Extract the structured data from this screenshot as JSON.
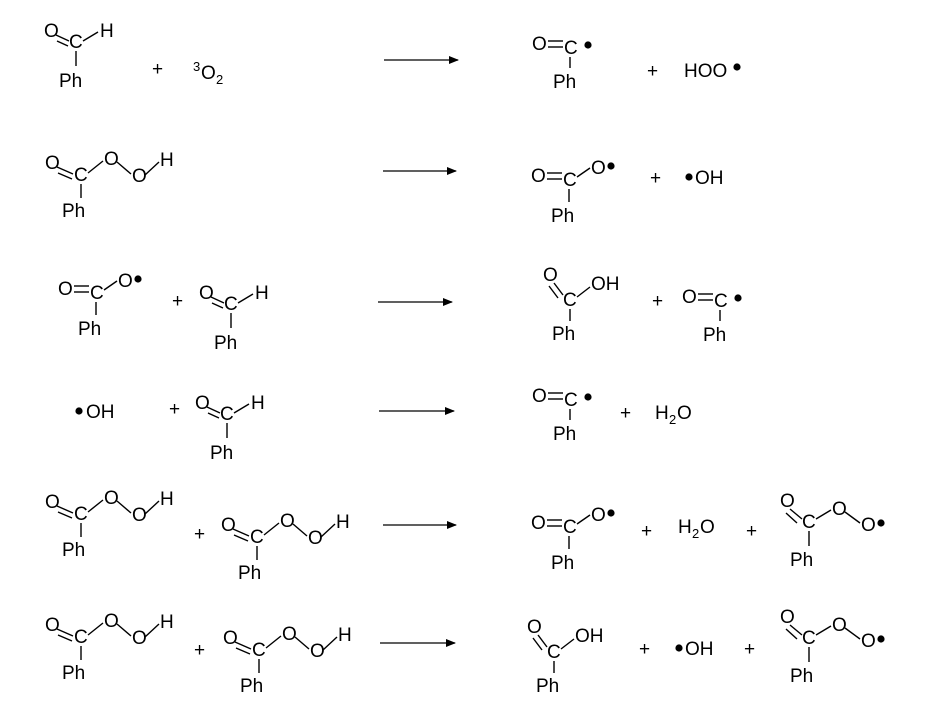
{
  "labels": {
    "C": "C",
    "H": "H",
    "O": "O",
    "Ph": "Ph",
    "OH": "OH",
    "dotOH": "OH",
    "HOO": "HOO",
    "H2O_H": "H",
    "H2O_2": "2",
    "H2O_O": "O",
    "O2_sup": "3",
    "O2_O": "O",
    "O2_sub": "2",
    "plus": "+"
  },
  "reactions": [
    {
      "id": 1,
      "reactants": [
        "benzaldehyde",
        "triplet oxygen"
      ],
      "products": [
        "benzoyl radical",
        "hydroperoxyl radical"
      ]
    },
    {
      "id": 2,
      "reactants": [
        "perbenzoic acid"
      ],
      "products": [
        "benzoyloxyl radical",
        "hydroxyl radical"
      ]
    },
    {
      "id": 3,
      "reactants": [
        "benzoyloxyl radical",
        "benzaldehyde"
      ],
      "products": [
        "benzoic acid",
        "benzoyl radical"
      ]
    },
    {
      "id": 4,
      "reactants": [
        "hydroxyl radical",
        "benzaldehyde"
      ],
      "products": [
        "benzoyl radical",
        "water"
      ]
    },
    {
      "id": 5,
      "reactants": [
        "perbenzoic acid",
        "perbenzoic acid"
      ],
      "products": [
        "benzoyloxyl radical",
        "water",
        "benzoylperoxyl radical"
      ]
    },
    {
      "id": 6,
      "reactants": [
        "perbenzoic acid",
        "perbenzoic acid"
      ],
      "products": [
        "benzoic acid",
        "hydroxyl radical",
        "benzoylperoxyl radical"
      ]
    }
  ]
}
